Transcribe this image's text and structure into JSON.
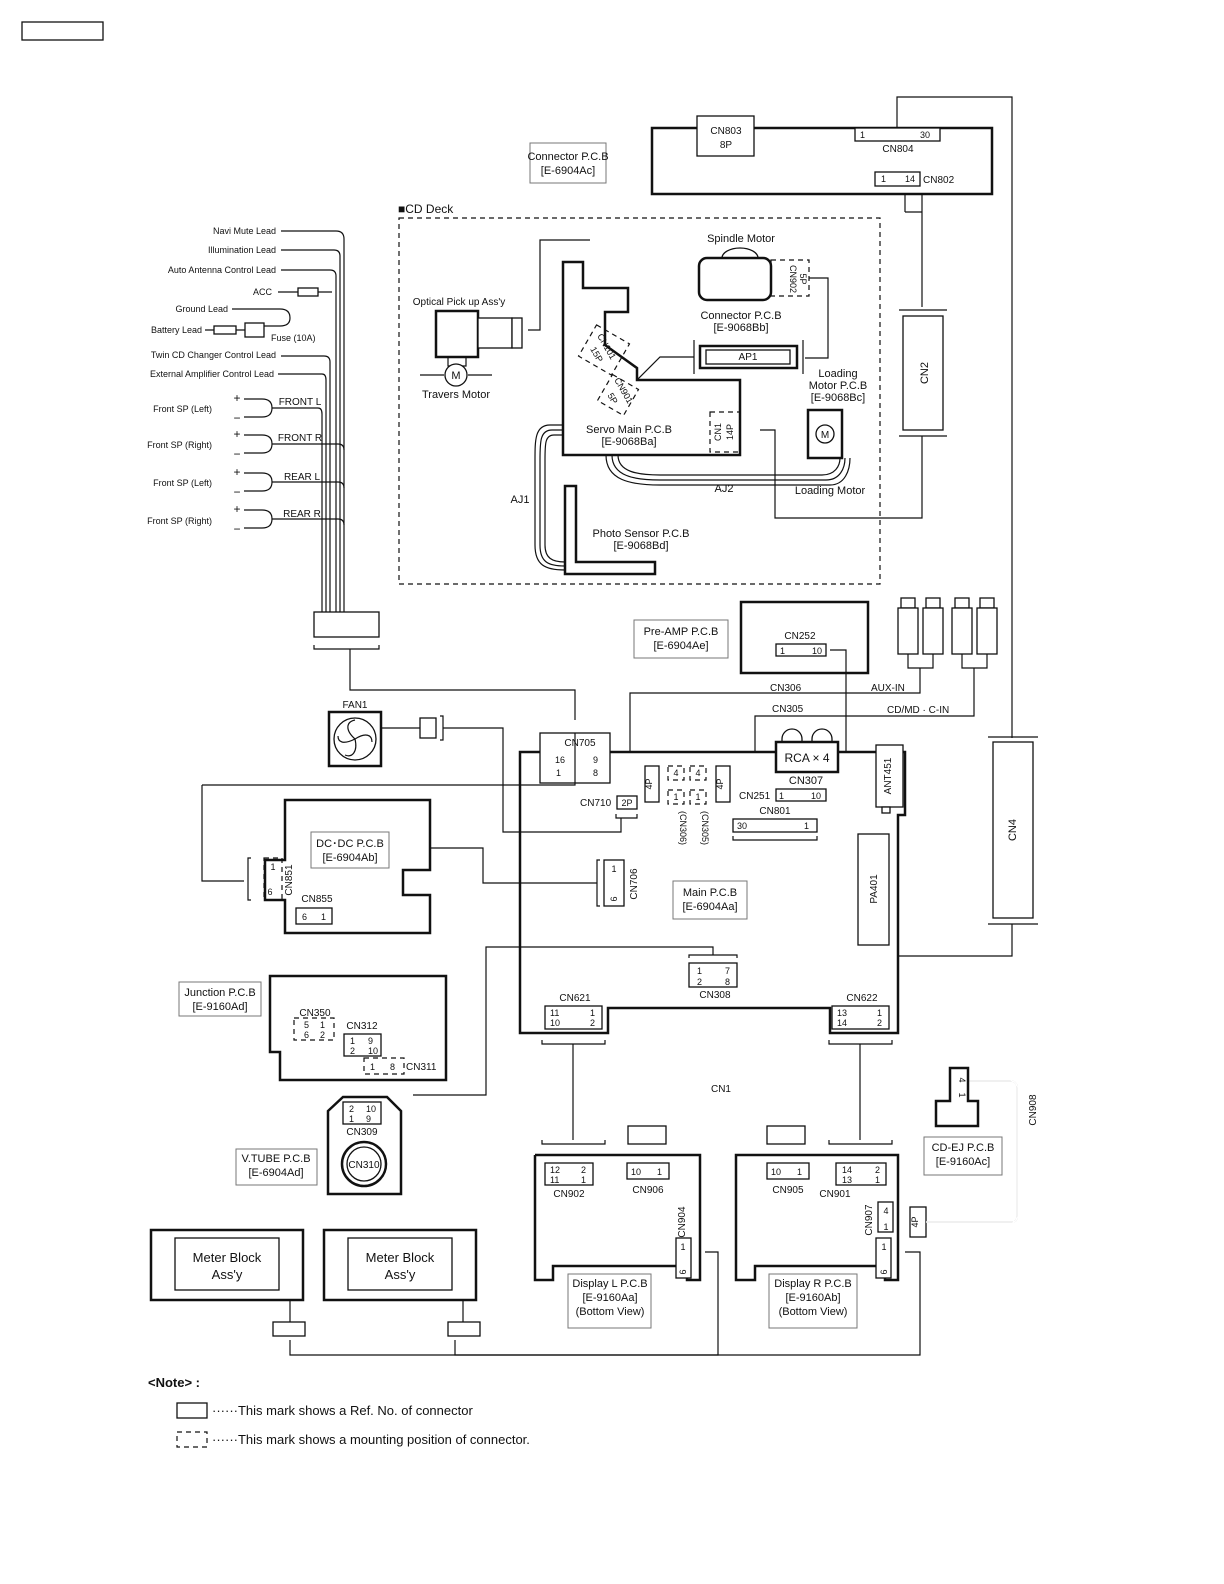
{
  "header_box": "",
  "cd_deck_title": "■CD Deck",
  "boards": {
    "connector_pcb_top": [
      "Connector P.C.B",
      "[E-6904Ac]"
    ],
    "connector_pcb_deck": [
      "Connector P.C.B",
      "[E-9068Bb]"
    ],
    "loading_motor_pcb": [
      "Loading",
      "Motor P.C.B",
      "[E-9068Bc]"
    ],
    "servo_main_pcb": [
      "Servo Main P.C.B",
      "[E-9068Ba]"
    ],
    "photo_sensor_pcb": [
      "Photo Sensor P.C.B",
      "[E-9068Bd]"
    ],
    "pre_amp_pcb": [
      "Pre-AMP P.C.B",
      "[E-6904Ae]"
    ],
    "dc_dc_pcb": [
      "DC･DC P.C.B",
      "[E-6904Ab]"
    ],
    "main_pcb": [
      "Main P.C.B",
      "[E-6904Aa]"
    ],
    "junction_pcb": [
      "Junction P.C.B",
      "[E-9160Ad]"
    ],
    "v_tube_pcb": [
      "V.TUBE P.C.B",
      "[E-6904Ad]"
    ],
    "cd_ej_pcb": [
      "CD-EJ P.C.B",
      "[E-9160Ac]"
    ],
    "display_l_pcb": [
      "Display L P.C.B",
      "[E-9160Aa]",
      "(Bottom View)"
    ],
    "display_r_pcb": [
      "Display R P.C.B",
      "[E-9160Ab]",
      "(Bottom View)"
    ],
    "meter_block_1": [
      "Meter Block",
      "Ass'y"
    ],
    "meter_block_2": [
      "Meter Block",
      "Ass'y"
    ]
  },
  "components": {
    "spindle_motor": "Spindle Motor",
    "optical_pickup": "Optical Pick up Ass'y",
    "travers_motor": "Travers Motor",
    "loading_motor": "Loading Motor",
    "motor_symbol": "M",
    "fan": "FAN1",
    "ap1": "AP1",
    "aj1": "AJ1",
    "aj2": "AJ2",
    "rca": "RCA × 4",
    "ant451": "ANT451",
    "pa401": "PA401",
    "aux_in": "AUX-IN",
    "cd_md_c_in": "CD/MD · C-IN"
  },
  "wire_leads": [
    "Navi Mute Lead",
    "Illumination Lead",
    "Auto Antenna Control Lead",
    "ACC",
    "Ground Lead",
    "Battery Lead",
    "Twin CD Changer Control Lead",
    "External Amplifier Control Lead"
  ],
  "fuse": "Fuse (10A)",
  "speakers": [
    {
      "label": "Front SP (Left)",
      "wire": "FRONT L"
    },
    {
      "label": "Front SP (Right)",
      "wire": "FRONT R"
    },
    {
      "label": "Front SP (Left)",
      "wire": "REAR L"
    },
    {
      "label": "Front SP (Right)",
      "wire": "REAR R"
    }
  ],
  "plus_sign": "+",
  "minus_sign": "−",
  "connectors": {
    "cn803": [
      "CN803",
      "8P"
    ],
    "cn804": {
      "name": "CN804",
      "pins": [
        "1",
        "30"
      ]
    },
    "cn802": {
      "name": "CN802",
      "pins": [
        "1",
        "14"
      ]
    },
    "cn2": "CN2",
    "cn4": "CN4",
    "cn902_deck": [
      "CN902",
      "5P"
    ],
    "cn101": [
      "CN101",
      "15P"
    ],
    "cn901_deck": [
      "CN901",
      "5P"
    ],
    "cn1_deck": [
      "CN1",
      "14P"
    ],
    "cn252": {
      "name": "CN252",
      "pins": [
        "1",
        "10"
      ]
    },
    "cn306": "CN306",
    "cn305": "CN305",
    "cn705": {
      "name": "CN705",
      "pins": [
        "16",
        "9",
        "1",
        "8"
      ]
    },
    "cn710": {
      "name": "CN710",
      "pins": "2P"
    },
    "four_p": "4P",
    "four": "4",
    "one": "1",
    "cn306_p": "(CN306)",
    "cn305_p": "(CN305)",
    "cn307": "CN307",
    "cn251": {
      "name": "CN251",
      "pins": [
        "1",
        "10"
      ]
    },
    "cn801": {
      "name": "CN801",
      "pins": [
        "30",
        "1"
      ]
    },
    "cn706": {
      "name": "CN706",
      "pins": [
        "1",
        "6"
      ]
    },
    "cn851": {
      "name": "CN851",
      "pins": [
        "1",
        "6"
      ]
    },
    "cn855": {
      "name": "CN855",
      "pins": [
        "6",
        "1"
      ]
    },
    "cn308": {
      "name": "CN308",
      "pins": [
        "1",
        "7",
        "2",
        "8"
      ]
    },
    "cn621": {
      "name": "CN621",
      "pins": [
        "11",
        "1",
        "10",
        "2"
      ]
    },
    "cn622": {
      "name": "CN622",
      "pins": [
        "13",
        "1",
        "14",
        "2"
      ]
    },
    "cn350": {
      "name": "CN350",
      "pins": [
        "5",
        "1",
        "6",
        "2"
      ]
    },
    "cn312": {
      "name": "CN312",
      "pins": [
        "1",
        "9",
        "2",
        "10"
      ]
    },
    "cn311": {
      "name": "CN311",
      "pins": [
        "1",
        "8"
      ]
    },
    "cn309": {
      "name": "CN309",
      "pins": [
        "2",
        "10",
        "1",
        "9"
      ]
    },
    "cn310": "CN310",
    "cn1_flex": "CN1",
    "cn902": {
      "name": "CN902",
      "pins": [
        "12",
        "2",
        "11",
        "1"
      ]
    },
    "cn906": {
      "name": "CN906",
      "pins": [
        "10",
        "1"
      ]
    },
    "cn904": {
      "name": "CN904",
      "pins": [
        "1",
        "6"
      ]
    },
    "cn905": {
      "name": "CN905",
      "pins": [
        "10",
        "1"
      ]
    },
    "cn901": {
      "name": "CN901",
      "pins": [
        "14",
        "2",
        "13",
        "1"
      ]
    },
    "cn907": {
      "name": "CN907",
      "pins": [
        "4",
        "1"
      ]
    },
    "cn907_b": {
      "pins": [
        "1",
        "6"
      ]
    },
    "cn908": {
      "name": "CN908",
      "pins": [
        "4",
        "1"
      ]
    },
    "cn908_4p": "4P"
  },
  "note": {
    "title": "<Note> :",
    "items": [
      "······This mark shows a Ref. No. of connector",
      "······This mark shows a mounting position of connector."
    ]
  }
}
